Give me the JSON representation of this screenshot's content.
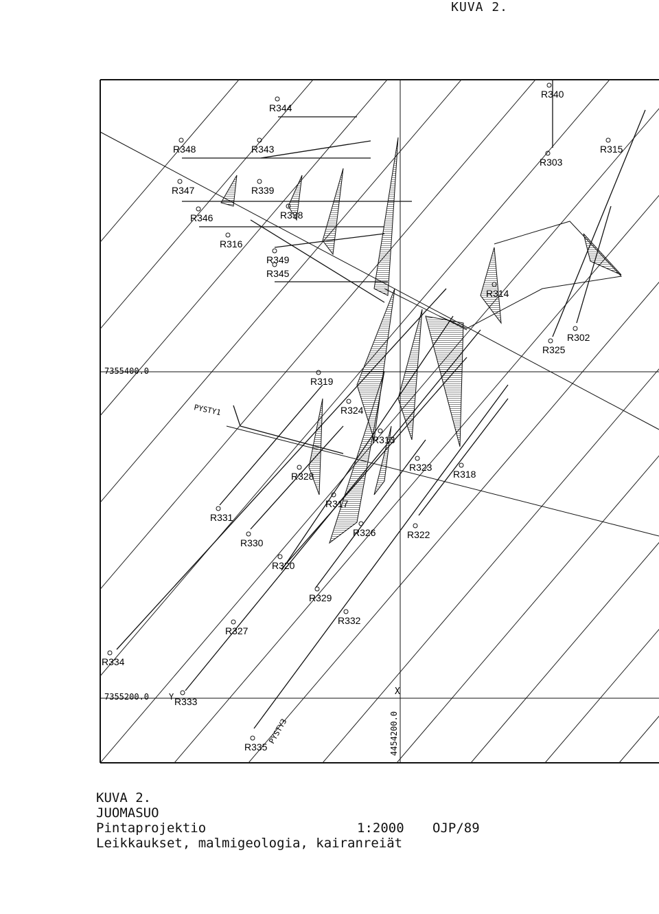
{
  "header": {
    "page_label": "KUVA 2."
  },
  "map": {
    "coordinates": {
      "north_upper": "7355400.0",
      "north_lower": "7355200.0",
      "east": "4454200.0",
      "x_marker": "X",
      "y_marker": "Y"
    },
    "section_labels": [
      "PYSTY1",
      "PYSTY3"
    ],
    "drillholes": [
      {
        "id": "R344"
      },
      {
        "id": "R348"
      },
      {
        "id": "R343"
      },
      {
        "id": "R340"
      },
      {
        "id": "R303"
      },
      {
        "id": "R315"
      },
      {
        "id": "R347"
      },
      {
        "id": "R339"
      },
      {
        "id": "R346"
      },
      {
        "id": "R338"
      },
      {
        "id": "R316"
      },
      {
        "id": "R349"
      },
      {
        "id": "R345"
      },
      {
        "id": "R314"
      },
      {
        "id": "R302"
      },
      {
        "id": "R325"
      },
      {
        "id": "R319"
      },
      {
        "id": "R324"
      },
      {
        "id": "R313"
      },
      {
        "id": "R323"
      },
      {
        "id": "R318"
      },
      {
        "id": "R328"
      },
      {
        "id": "R317"
      },
      {
        "id": "R331"
      },
      {
        "id": "R330"
      },
      {
        "id": "R326"
      },
      {
        "id": "R322"
      },
      {
        "id": "R320"
      },
      {
        "id": "R329"
      },
      {
        "id": "R332"
      },
      {
        "id": "R327"
      },
      {
        "id": "R334"
      },
      {
        "id": "R333"
      },
      {
        "id": "R335"
      }
    ]
  },
  "caption": {
    "line1": "KUVA 2.",
    "line2": "JUOMASUO",
    "project": "Pintaprojektio",
    "scale": "1:2000",
    "ref": "OJP/89",
    "line4": "Leikkaukset, malmigeologia, kairanreiät"
  }
}
